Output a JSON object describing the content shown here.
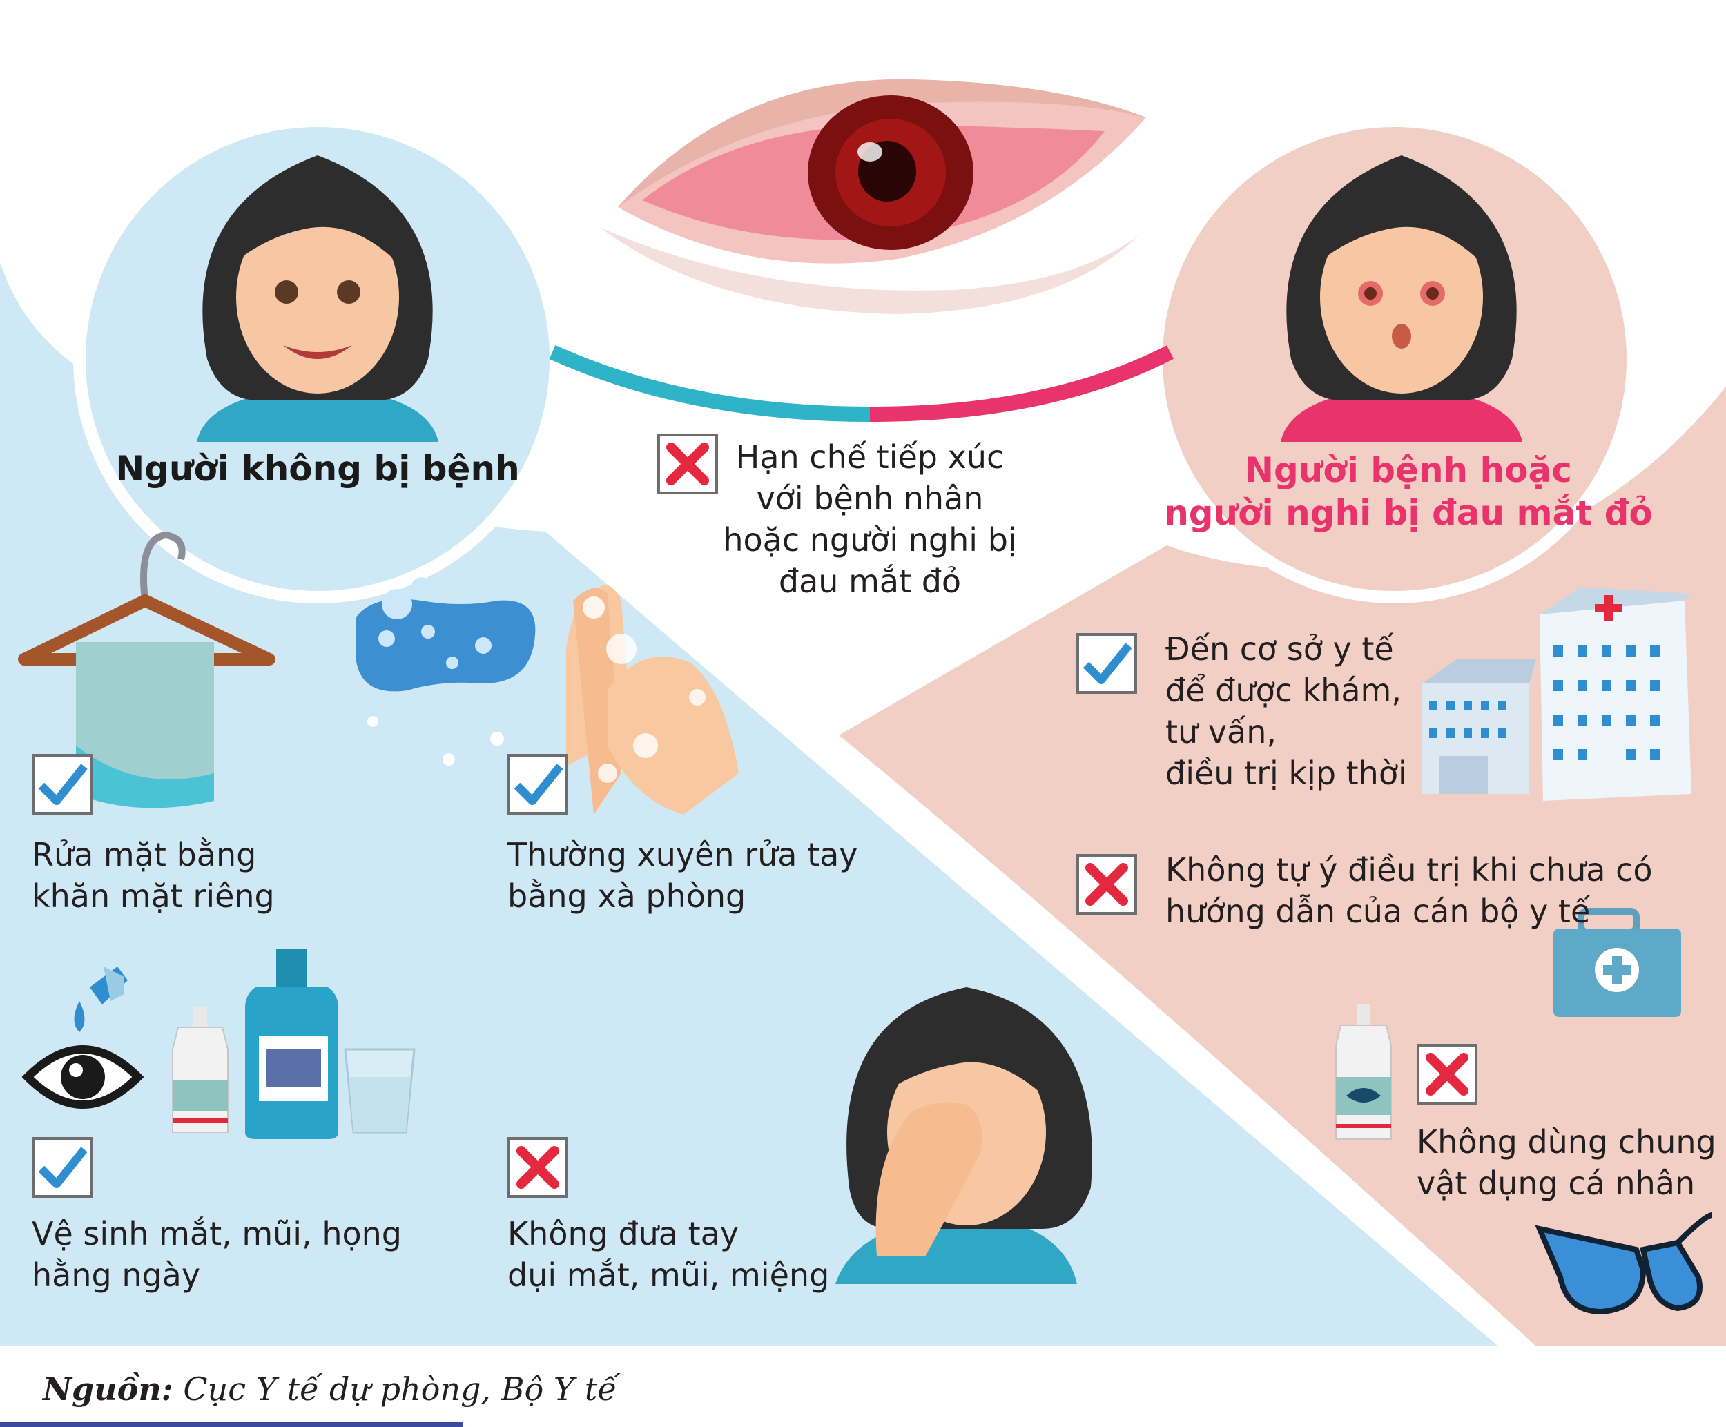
{
  "left_group": {
    "title": "Người không bị bệnh"
  },
  "right_group": {
    "title_lines": [
      "Người bệnh hoặc",
      "người nghi bị đau mắt đỏ"
    ]
  },
  "center_tip": {
    "status": "cross",
    "lines": [
      "Hạn chế tiếp xúc",
      "với bệnh nhân",
      "hoặc người nghi bị",
      "đau mắt đỏ"
    ]
  },
  "left_tips": [
    {
      "status": "check",
      "lines": [
        "Rửa mặt bằng",
        "khăn mặt riêng"
      ]
    },
    {
      "status": "check",
      "lines": [
        "Thường xuyên rửa tay",
        "bằng xà phòng"
      ]
    },
    {
      "status": "check",
      "lines": [
        "Vệ sinh mắt, mũi, họng",
        "hằng ngày"
      ]
    },
    {
      "status": "cross",
      "lines": [
        "Không đưa tay",
        "dụi mắt, mũi, miệng"
      ]
    }
  ],
  "right_tips": [
    {
      "status": "check",
      "lines": [
        "Đến cơ sở y tế",
        "để được khám,",
        "tư vấn,",
        "điều trị kịp thời"
      ]
    },
    {
      "status": "cross",
      "lines": [
        "Không tự ý điều trị khi chưa có",
        "hướng dẫn của cán bộ y tế"
      ]
    },
    {
      "status": "cross",
      "lines": [
        "Không dùng chung",
        "vật dụng cá nhân"
      ]
    }
  ],
  "source": {
    "label": "Nguồn:",
    "text": " Cục Y tế dự phòng, Bộ Y tế"
  },
  "colors": {
    "blue_bg": "#cfe8f5",
    "pink_bg": "#f2cfc4",
    "teal": "#2fb3c6",
    "pink": "#e8336d",
    "check": "#2f8ed0",
    "cross": "#e3283f"
  },
  "icons": [
    "red-eye-icon",
    "girl-healthy-icon",
    "girl-sick-icon",
    "hanger-towel-icon",
    "sponge-icon",
    "hand-washing-icon",
    "eye-drops-icon",
    "bottle-icon",
    "mouthwash-icon",
    "cup-icon",
    "girl-rubbing-eye-icon",
    "hospital-icon",
    "medical-kit-icon",
    "glasses-icon",
    "check-icon",
    "cross-icon"
  ]
}
